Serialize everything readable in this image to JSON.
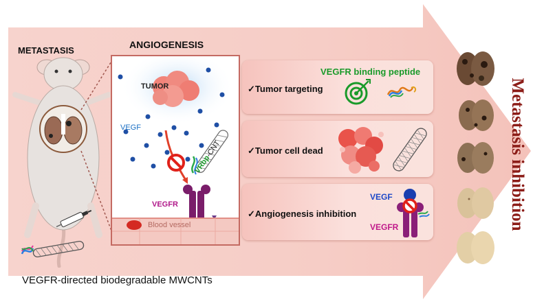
{
  "headings": {
    "metastasis": "METASTASIS",
    "angiogenesis": "ANGIOGENESIS"
  },
  "caption": "VEGFR-directed biodegradable MWCNTs",
  "panel": {
    "tumor": "TUMOR",
    "vegf": "VEGF",
    "vrbp_prefix": "VRbp",
    "vrbp_suffix": "-CNT",
    "vegfr": "VEGFR",
    "blood_vessel": "Blood vessel"
  },
  "features": {
    "targeting": "Tumor targeting",
    "peptide": "VEGFR binding peptide",
    "dead": "Tumor cell dead",
    "inhibition": "Angiogenesis inhibition",
    "vegf": "VEGF",
    "vegfr": "VEGFR",
    "check": "✓"
  },
  "result": "Metastasis inhibition",
  "colors": {
    "arrow": "#f3c4bd",
    "accent": "#8c1d18",
    "peptide_green": "#1a9a2a",
    "vegf_blue": "#1d48c8",
    "vegfr_magenta": "#c0198a"
  },
  "icons": [
    "mouse",
    "lungs-inset",
    "syringe",
    "carbon-nanotube",
    "target-icon",
    "peptide-icon",
    "tumor-cells",
    "receptor",
    "blocked-icon",
    "lung-specimen"
  ]
}
